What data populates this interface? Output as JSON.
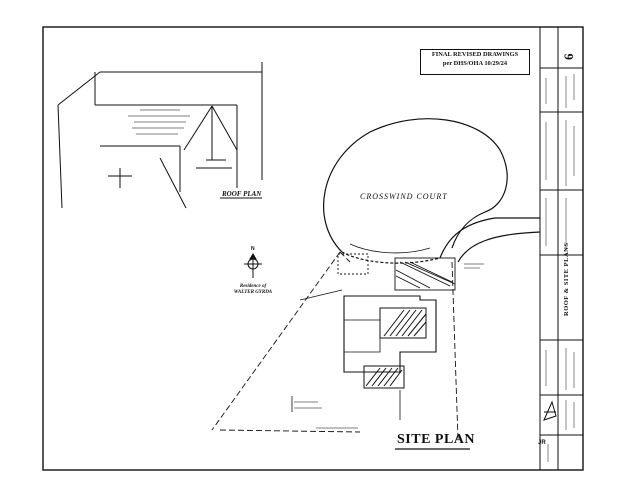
{
  "revision_stamp": {
    "line1": "FINAL REVISED DRAWINGS",
    "line2": "per DHS/OHA 10/29/24"
  },
  "title_block": {
    "sheet_number": "6",
    "drawing_title": "ROOF & SITE PLANS",
    "initials": "JR"
  },
  "plan": {
    "street_label": "CROSSWIND COURT",
    "site_plan_title": "SITE PLAN",
    "roof_plan_title": "ROOF PLAN",
    "owner_line1": "Residence of",
    "owner_line2": "WALTER GYRDA",
    "north_label": "N"
  }
}
